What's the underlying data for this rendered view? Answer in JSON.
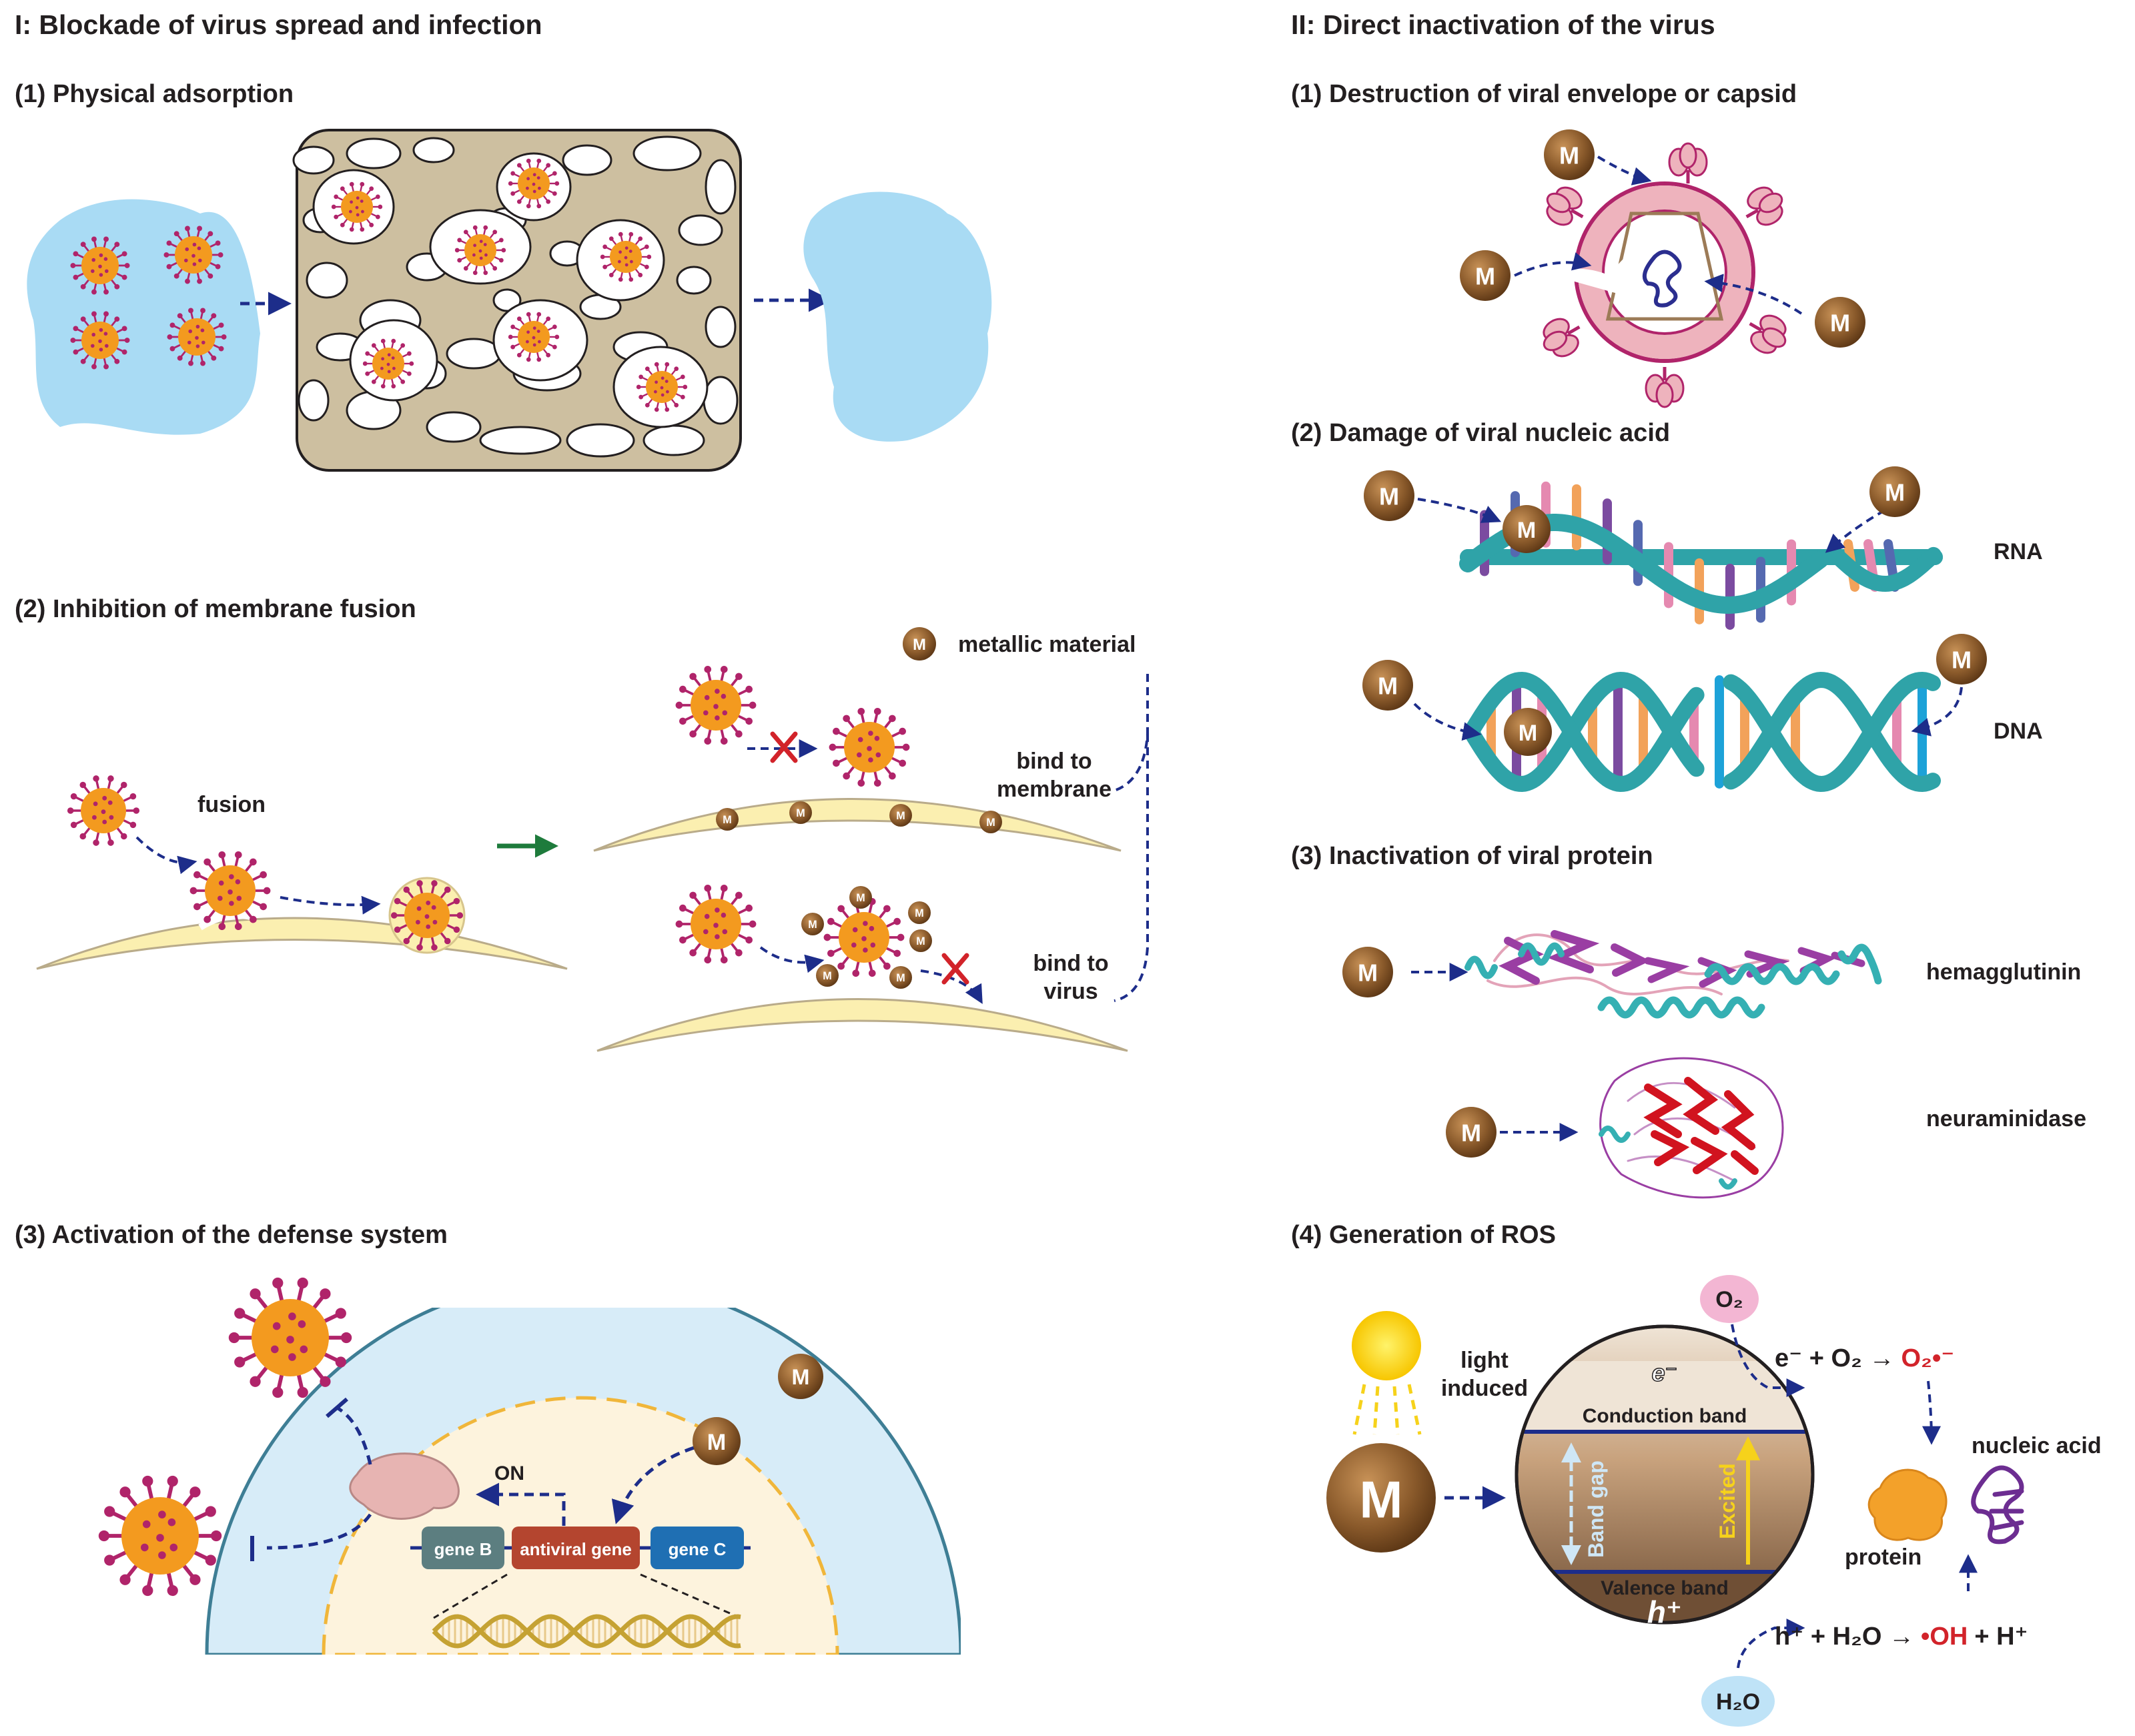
{
  "left": {
    "title": "I: Blockade of virus spread and infection",
    "s1": {
      "title": "(1) Physical adsorption"
    },
    "s2": {
      "title": "(2) Inhibition of membrane fusion",
      "fusion": "fusion",
      "legend": "metallic material",
      "bind_membrane": [
        "bind to",
        "membrane"
      ],
      "bind_virus": [
        "bind to",
        "virus"
      ]
    },
    "s3": {
      "title": "(3) Activation of the defense system",
      "on": "ON",
      "genes": [
        "gene B",
        "antiviral gene",
        "gene C"
      ]
    }
  },
  "right": {
    "title": "II: Direct inactivation of the virus",
    "s1": {
      "title": "(1) Destruction of viral envelope or capsid"
    },
    "s2": {
      "title": "(2) Damage of viral nucleic acid",
      "rna": "RNA",
      "dna": "DNA"
    },
    "s3": {
      "title": "(3) Inactivation of viral protein",
      "p1": "hemagglutinin",
      "p2": "neuraminidase"
    },
    "s4": {
      "title": "(4) Generation of ROS",
      "light": [
        "light",
        "induced"
      ],
      "conduction": "Conduction band",
      "valence": "Valence band",
      "band_gap": "Band gap",
      "excited": "Excited",
      "electron": "e⁻",
      "hole": "h⁺",
      "o2": "O₂",
      "h2o": "H₂O",
      "eq1_lhs": "e⁻ + O₂ →",
      "eq1_rhs": "O₂•⁻",
      "eq2_lhs": "h⁺ + H₂O →",
      "eq2_rhs": "•OH",
      "eq2_tail": "+ H⁺",
      "protein": "protein",
      "nucleic": "nucleic acid"
    }
  },
  "m_label": "M",
  "colors": {
    "text": "#231f20",
    "arrow": "#1d2d8a",
    "virus_body": "#f39a1f",
    "virus_spike": "#b0246a",
    "metal": "#8a5a2b",
    "water": "#a9dbf4",
    "membrane": "#fbefb0",
    "cell": "#d7ecf8",
    "nucleus": "#fdf3dd",
    "green_arrow": "#1e7b3c",
    "red_cross": "#d2232a",
    "ros_red": "#d2232a",
    "gene_b": "#5c7e80",
    "gene_antiviral": "#b4452f",
    "gene_c": "#1f6fb3"
  }
}
